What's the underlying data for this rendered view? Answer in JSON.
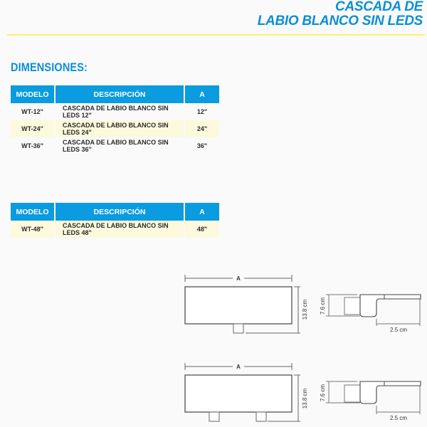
{
  "header": {
    "title_line1": "CASCADA DE",
    "title_line2": "LABIO BLANCO SIN LEDS",
    "accent_color": "#0b8fd6",
    "rule_color": "#fff06a"
  },
  "section": {
    "title": "DIMENSIONES:"
  },
  "table1": {
    "headers": [
      "MODELO",
      "DESCRIPCIÓN",
      "A"
    ],
    "rows": [
      {
        "modelo": "WT-12\"",
        "descripcion": "CASCADA DE LABIO BLANCO SIN LEDS 12\"",
        "a": "12\""
      },
      {
        "modelo": "WT-24\"",
        "descripcion": "CASCADA DE LABIO BLANCO SIN LEDS 24\"",
        "a": "24\""
      },
      {
        "modelo": "WT-36\"",
        "descripcion": "CASCADA DE LABIO BLANCO SIN LEDS 36\"",
        "a": "36\""
      }
    ]
  },
  "table2": {
    "headers": [
      "MODELO",
      "DESCRIPCIÓN",
      "A"
    ],
    "rows": [
      {
        "modelo": "WT-48\"",
        "descripcion": "CASCADA DE LABIO BLANCO SIN LEDS 48\"",
        "a": "48\""
      }
    ]
  },
  "drawings": {
    "front1": {
      "width_label": "A",
      "height_label": "13.8 cm"
    },
    "side1": {
      "height_label": "7.6 cm",
      "depth_label": "2.5 cm"
    },
    "front2": {
      "width_label": "A",
      "height_label": "13.8 cm"
    },
    "side2": {
      "height_label": "7.6 cm",
      "depth_label": "2.5 cm"
    }
  }
}
